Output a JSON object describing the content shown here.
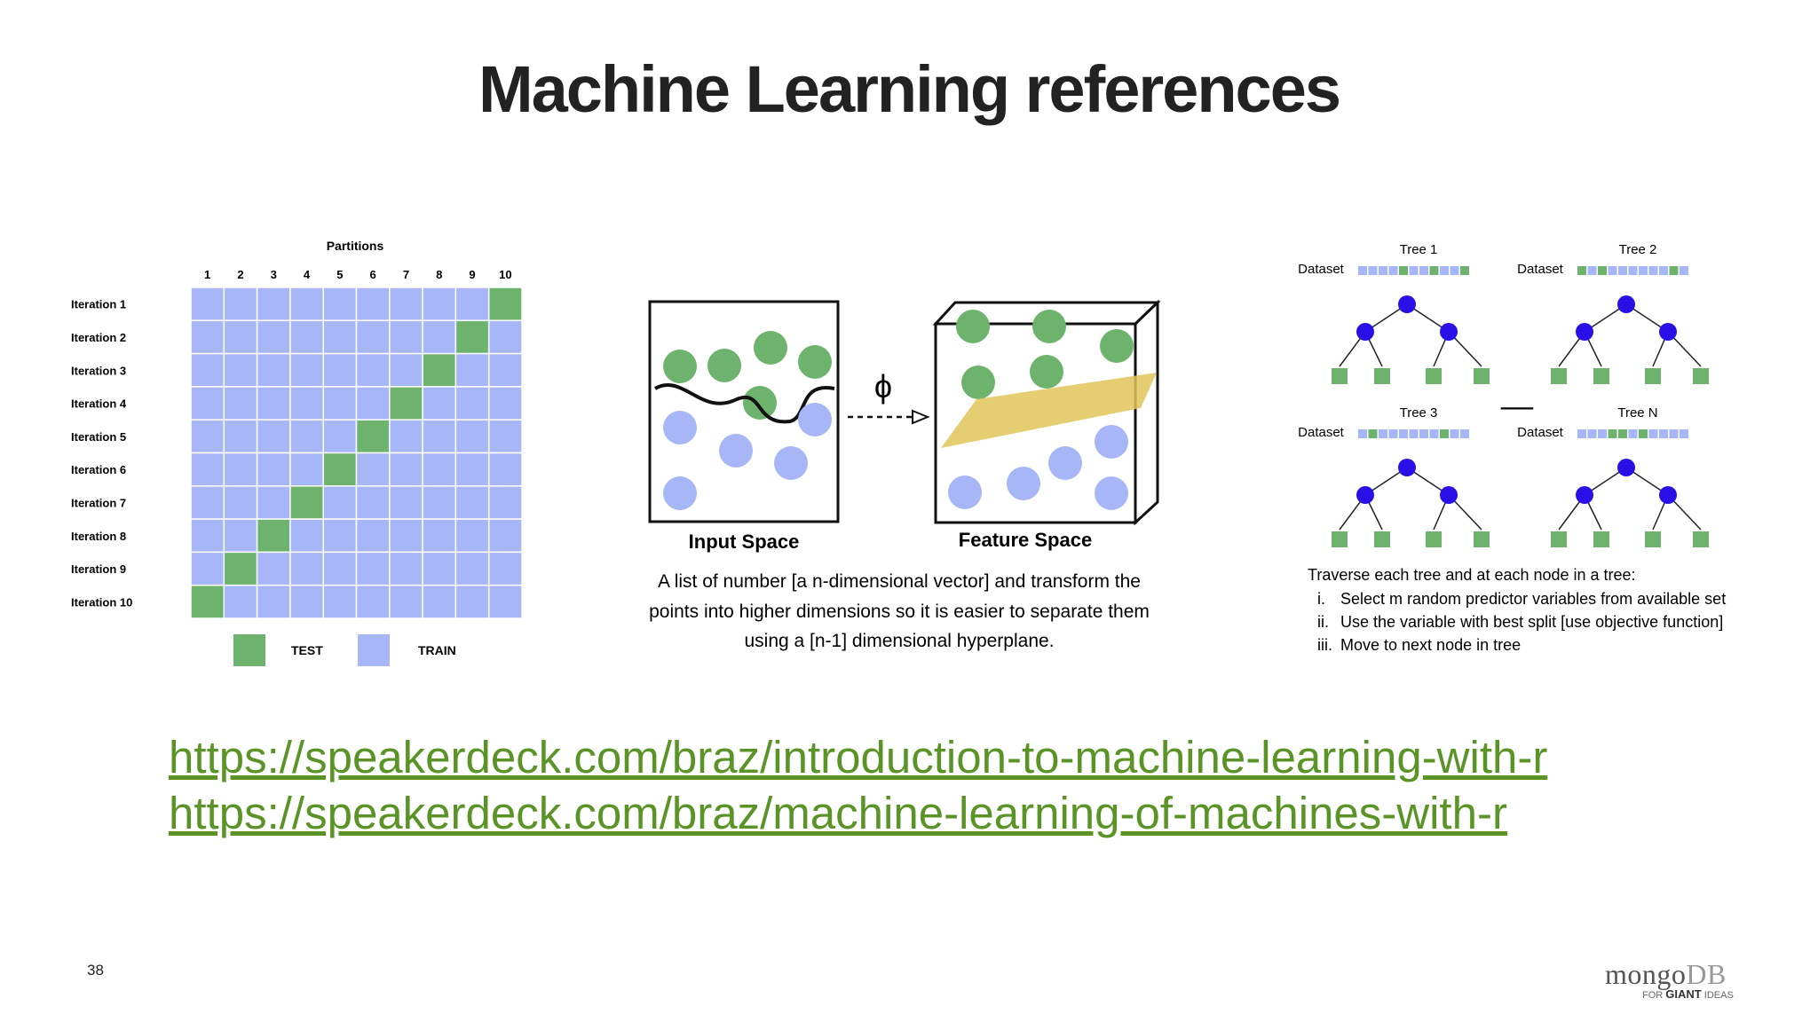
{
  "title": "Machine Learning references",
  "cv": {
    "header": "Partitions",
    "columns": [
      "1",
      "2",
      "3",
      "4",
      "5",
      "6",
      "7",
      "8",
      "9",
      "10"
    ],
    "rows": [
      "Iteration 1",
      "Iteration 2",
      "Iteration 3",
      "Iteration 4",
      "Iteration 5",
      "Iteration 6",
      "Iteration 7",
      "Iteration 8",
      "Iteration 9",
      "Iteration 10"
    ],
    "legend_test": "TEST",
    "legend_train": "TRAIN",
    "test_color": "#6db36d",
    "train_color": "#a6b6f7"
  },
  "svm": {
    "input_label": "Input Space",
    "feature_label": "Feature Space",
    "phi": "ϕ",
    "caption": [
      "A list of number [a n-dimensional vector] and transform the",
      "points into higher dimensions so it is easier to separate them",
      "using a [n-1] dimensional hyperplane."
    ]
  },
  "forest": {
    "trees": [
      {
        "name": "Tree 1"
      },
      {
        "name": "Tree 2"
      },
      {
        "name": "Tree 3"
      },
      {
        "name": "Tree N"
      }
    ],
    "dataset_label": "Dataset",
    "dots": "---------",
    "intro": "Traverse each tree and at each node in a tree:",
    "steps": [
      {
        "num": "i.",
        "text": "Select m random predictor variables from available set"
      },
      {
        "num": "ii.",
        "text": "Use the variable with best split [use objective function]"
      },
      {
        "num": "iii.",
        "text": "Move to next node in tree"
      }
    ]
  },
  "links": [
    "https://speakerdeck.com/braz/introduction-to-machine-learning-with-r",
    "https://speakerdeck.com/braz/machine-learning-of-machines-with-r"
  ],
  "page_number": "38",
  "logo": {
    "word_a": "mongo",
    "word_b": "DB",
    "tag_a": "FOR ",
    "tag_b": "GIANT",
    "tag_c": " IDEAS"
  }
}
